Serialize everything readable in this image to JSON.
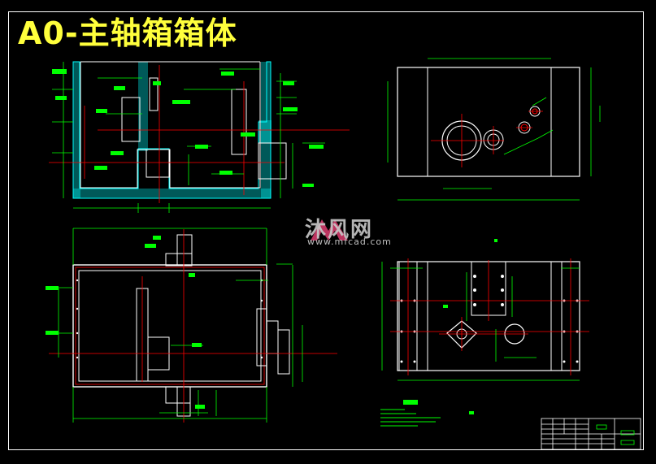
{
  "title": "A0-主轴箱箱体",
  "watermark": {
    "brand_text": "沐风网",
    "url_text": "www.mfcad.com"
  },
  "colors": {
    "background": "#000000",
    "outline": "#ffffff",
    "dimension": "#00ff00",
    "centerline": "#ff0000",
    "hatch": "#00ffff",
    "title": "#ffff3c",
    "label": "#ffff00"
  }
}
